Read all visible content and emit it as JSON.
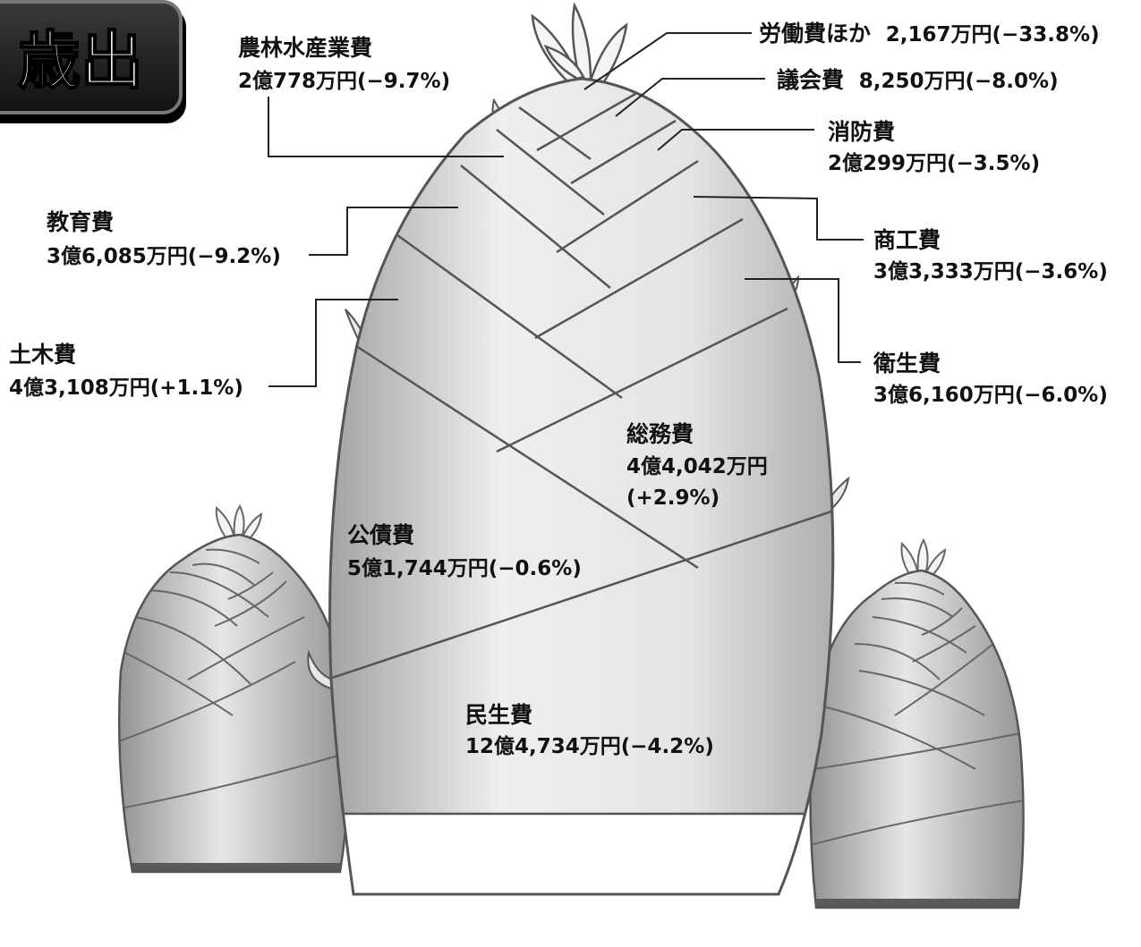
{
  "title": "歳出",
  "items": [
    {
      "key": "rodo",
      "name": "労働費ほか",
      "value": "2,167万円",
      "change": "(−33.8%)"
    },
    {
      "key": "gikai",
      "name": "議会費",
      "value": "8,250万円",
      "change": "(−8.0%)"
    },
    {
      "key": "shobo",
      "name": "消防費",
      "value": "2億299万円",
      "change": "(−3.5%)"
    },
    {
      "key": "shoko",
      "name": "商工費",
      "value": "3億3,333万円",
      "change": "(−3.6%)"
    },
    {
      "key": "eisei",
      "name": "衛生費",
      "value": "3億6,160万円",
      "change": "(−6.0%)"
    },
    {
      "key": "norin",
      "name": "農林水産業費",
      "value": "2億778万円",
      "change": "(−9.7%)"
    },
    {
      "key": "kyoiku",
      "name": "教育費",
      "value": "3億6,085万円",
      "change": "(−9.2%)"
    },
    {
      "key": "doboku",
      "name": "土木費",
      "value": "4億3,108万円",
      "change": "(+1.1%)"
    },
    {
      "key": "somu",
      "name": "総務費",
      "value": "4億4,042万円",
      "change": "(+2.9%)"
    },
    {
      "key": "kosai",
      "name": "公債費",
      "value": "5億1,744万円",
      "change": "(−0.6%)"
    },
    {
      "key": "minsei",
      "name": "民生費",
      "value": "12億4,734万円",
      "change": "(−4.2%)"
    }
  ],
  "colors": {
    "outline": "#555555",
    "band_light": "#f2f2f2",
    "band_dark": "#9a9a9a",
    "base_dark": "#5a5a5a",
    "badge_bg": "#1a1a1a"
  }
}
